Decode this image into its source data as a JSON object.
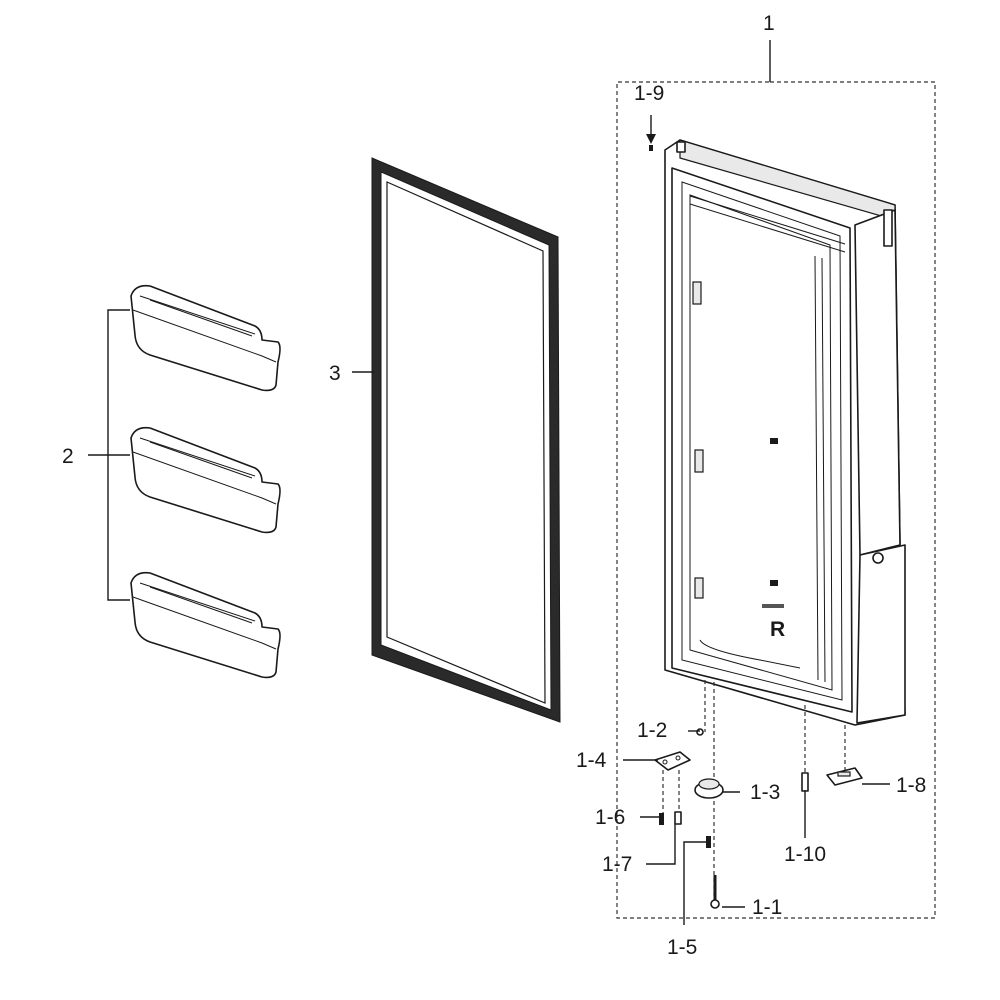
{
  "callouts": {
    "door_assembly": "1",
    "hinge_pin": "1-1",
    "washer": "1-2",
    "cap_hinge": "1-3",
    "hinge_bracket": "1-4",
    "bracket_rod": "1-5",
    "bolt": "1-6",
    "pin": "1-7",
    "cover_bottom": "1-8",
    "screw_top": "1-9",
    "stopper": "1-10",
    "guard_shelves": "2",
    "gasket": "3"
  },
  "door_marking": "R",
  "colors": {
    "line": "#1a1a1a",
    "shade": "#e9e9e9",
    "background": "#ffffff"
  }
}
